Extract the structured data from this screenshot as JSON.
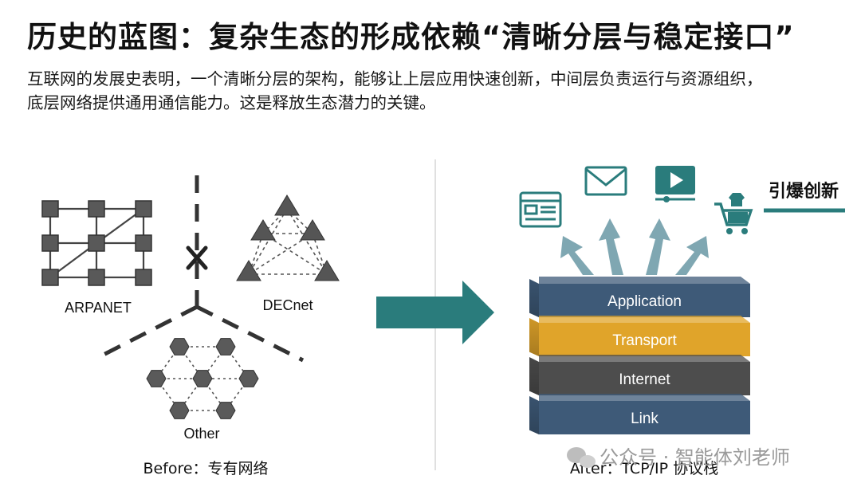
{
  "title": "历史的蓝图：复杂生态的形成依赖“清晰分层与稳定接口”",
  "subtitle_lines": [
    "互联网的发展史表明，一个清晰分层的架构，能够让上层应用快速创新，中间层负责运行与资源组织，",
    "底层网络提供通用通信能力。这是释放生态潜力的关键。"
  ],
  "before": {
    "networks": [
      "ARPANET",
      "DECnet",
      "Other"
    ],
    "caption": "Before：专有网络"
  },
  "after": {
    "layers": [
      {
        "name": "Application",
        "color": "#3e5a78"
      },
      {
        "name": "Transport",
        "color": "#e0a42a"
      },
      {
        "name": "Internet",
        "color": "#4d4d4d"
      },
      {
        "name": "Link",
        "color": "#3e5a78"
      }
    ],
    "caption": "After：TCP/IP 协议栈",
    "badge": "引爆创新",
    "app_icons": [
      "browser-window-icon",
      "mail-icon",
      "video-play-icon",
      "shopping-cart-icon"
    ]
  },
  "watermark": "公众号 · 智能体刘老师",
  "colors": {
    "teal": "#2a7c7c",
    "node": "#555555",
    "arrow_light": "#7fa7b2"
  }
}
